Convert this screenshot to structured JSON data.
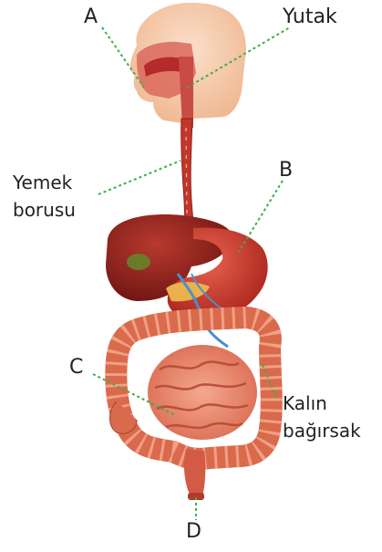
{
  "labels": {
    "a": "A",
    "yutak": "Yutak",
    "yemek_line1": "Yemek",
    "yemek_line2": "borusu",
    "b": "B",
    "c": "C",
    "kalin_line1": "Kalın",
    "kalin_line2": "bağırsak",
    "d": "D"
  },
  "colors": {
    "leader": "#3fae49",
    "skin": "#f6c9a9",
    "organ": "#c2372b",
    "liver": "#8e1f1a",
    "intestine": "#e8836a",
    "colon": "#d96a4b",
    "vessel": "#4a8fd1"
  }
}
